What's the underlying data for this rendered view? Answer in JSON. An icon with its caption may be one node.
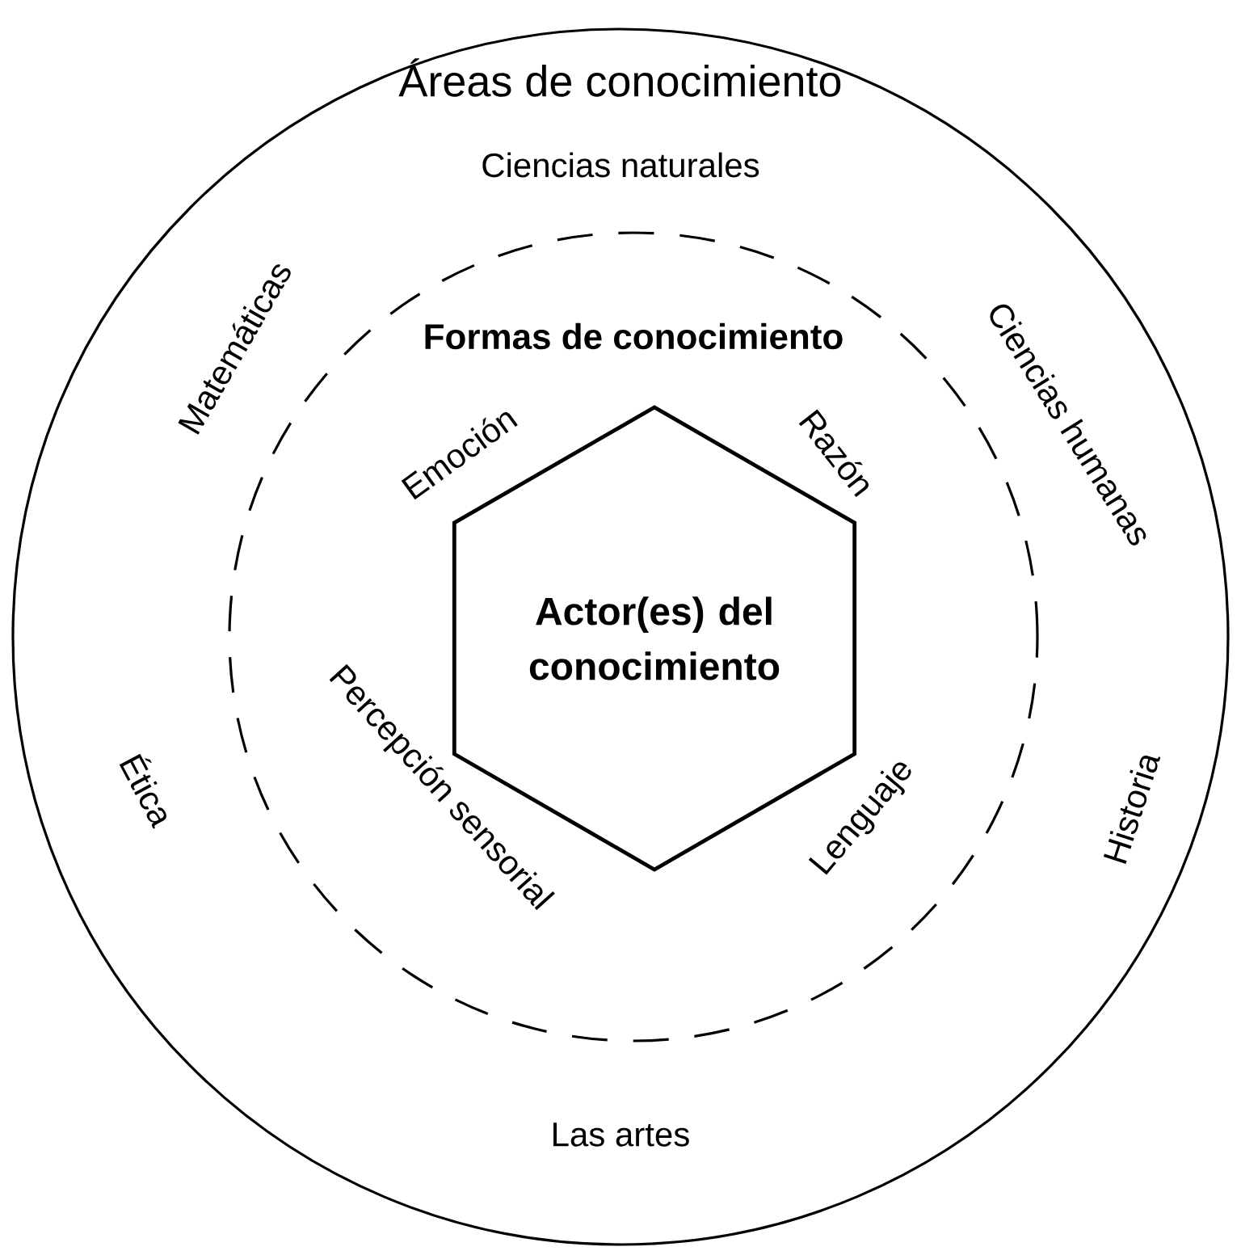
{
  "diagram": {
    "nodes": [
      {
        "text": [
          "Áreas de conocimiento",
          "Ciencias naturales",
          "Ciencias humanas",
          "Historia",
          "Las artes",
          "Ética",
          "Matemáticas"
        ]
      },
      {
        "text": [
          "Formas de conocimiento",
          "Razón",
          "Lenguaje",
          "Percepción sensorial",
          "Emoción"
        ],
        "in": 0
      },
      {
        "text": [
          "Actor(es) del conocimiento"
        ],
        "in": 1
      }
    ]
  }
}
